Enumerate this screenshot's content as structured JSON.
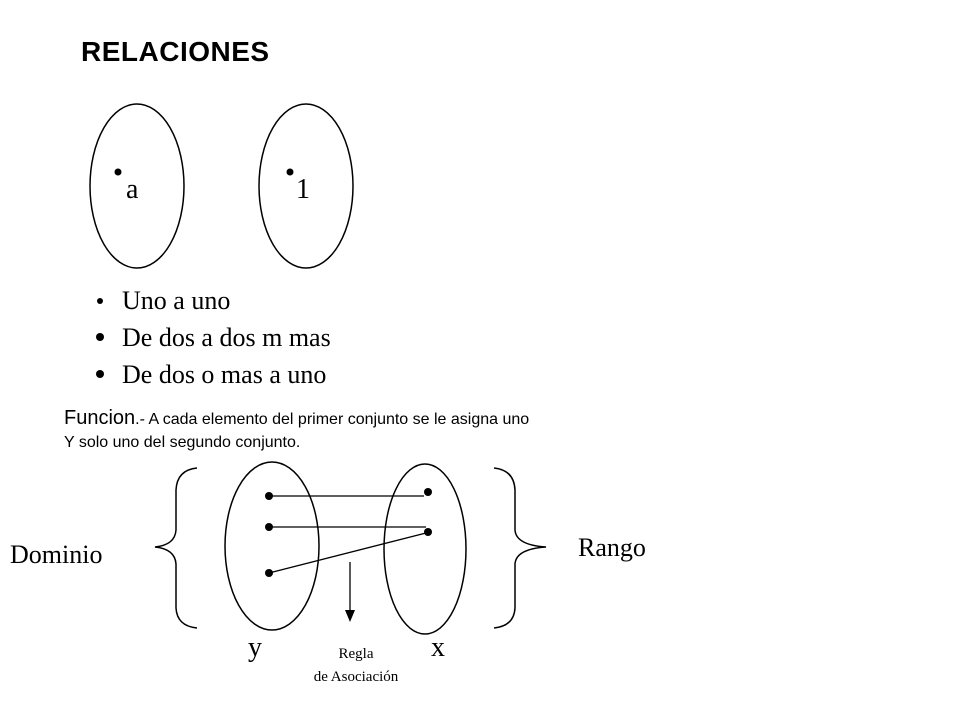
{
  "title": "RELACIONES",
  "top_diagram": {
    "left_set_label": "a",
    "right_set_label": "1"
  },
  "bullets": [
    "Uno a uno",
    "De dos a dos m mas",
    "De dos o mas a uno"
  ],
  "definition": {
    "term": "Funcion",
    "text_line1": ".- A cada elemento del primer conjunto se le asigna uno",
    "text_line2": "Y solo uno del segundo conjunto."
  },
  "function_diagram": {
    "domain_label": "Dominio",
    "range_label": "Rango",
    "left_set_var": "y",
    "right_set_var": "x",
    "rule_label_line1": "Regla",
    "rule_label_line2": "de Asociación"
  }
}
